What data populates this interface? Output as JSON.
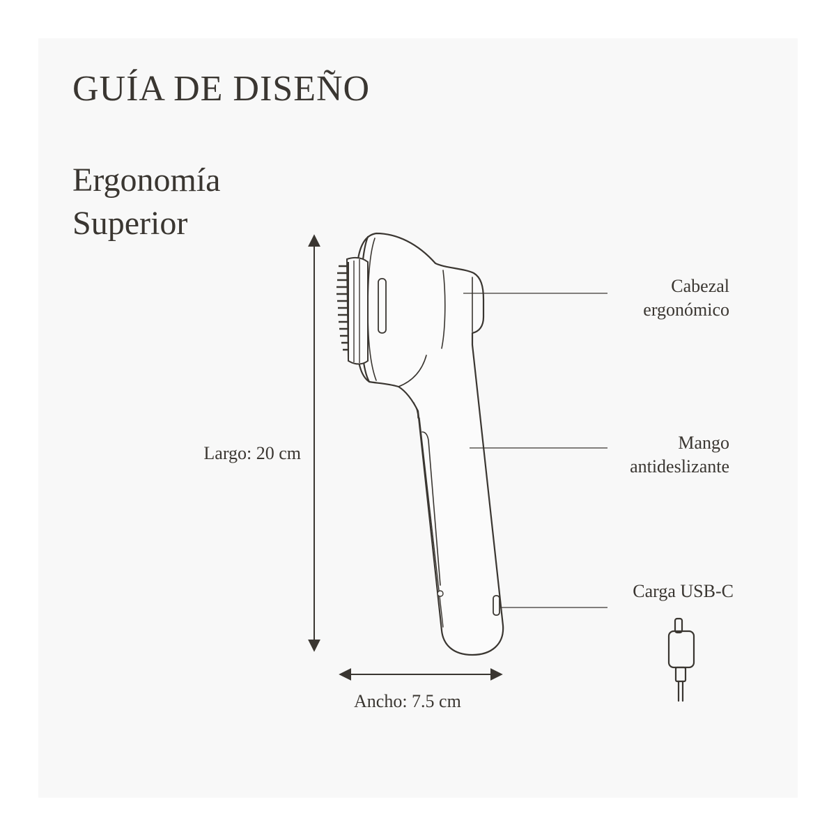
{
  "header": {
    "title": "GUÍA DE DISEÑO"
  },
  "section": {
    "line1": "Ergonomía",
    "line2": "Superior"
  },
  "dimensions": {
    "length": "Largo: 20 cm",
    "width": "Ancho: 7.5 cm"
  },
  "callouts": {
    "head_line1": "Cabezal",
    "head_line2": "ergonómico",
    "grip_line1": "Mango",
    "grip_line2": "antideslizante",
    "charge": "Carga USB-C"
  },
  "icons": {
    "product": "massager-brush-icon",
    "usb": "usb-c-cable-icon"
  },
  "colors": {
    "ink": "#3a3631",
    "panel": "#f8f8f8",
    "background": "#ffffff"
  }
}
